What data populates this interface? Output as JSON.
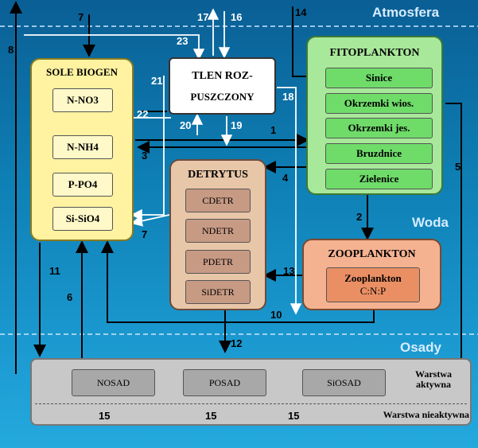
{
  "zones": {
    "atmosphere": "Atmosfera",
    "water": "Woda",
    "sediments": "Osady"
  },
  "boxes": {
    "nutrients": {
      "title": "SOLE BIOGEN",
      "items": [
        "N-NO3",
        "N-NH4",
        "P-PO4",
        "Si-SiO4"
      ]
    },
    "oxygen": {
      "title_line1": "TLEN ROZ-",
      "title_line2": "PUSZCZONY"
    },
    "phytoplankton": {
      "title": "FITOPLANKTON",
      "items": [
        "Sinice",
        "Okrzemki wios.",
        "Okrzemki jes.",
        "Bruzdnice",
        "Zielenice"
      ]
    },
    "detritus": {
      "title": "DETRYTUS",
      "items": [
        "CDETR",
        "NDETR",
        "PDETR",
        "SiDETR"
      ]
    },
    "zooplankton": {
      "title": "ZOOPLANKTON",
      "item_line1": "Zooplankton",
      "item_line2": "C:N:P"
    },
    "sediment": {
      "items": [
        "NOSAD",
        "POSAD",
        "SiOSAD"
      ],
      "active_layer": "Warstwa aktywna",
      "inactive_layer": "Warstwa nieaktywna"
    }
  },
  "flows": [
    "7",
    "8",
    "17",
    "16",
    "14",
    "23",
    "21",
    "22",
    "18",
    "20",
    "19",
    "1",
    "3",
    "4",
    "5",
    "2",
    "7",
    "13",
    "11",
    "6",
    "10",
    "12",
    "15",
    "15",
    "15"
  ],
  "colors": {
    "nutrients_fill": "#fff2a0",
    "oxygen_fill": "#ffffff",
    "phyto_fill": "#a8e89a",
    "phyto_item": "#6fdc6a",
    "detritus_fill": "#e8c6a8",
    "detritus_item": "#c79a84",
    "zoo_fill": "#f5b291",
    "sediment_fill": "#c8c8c8"
  }
}
